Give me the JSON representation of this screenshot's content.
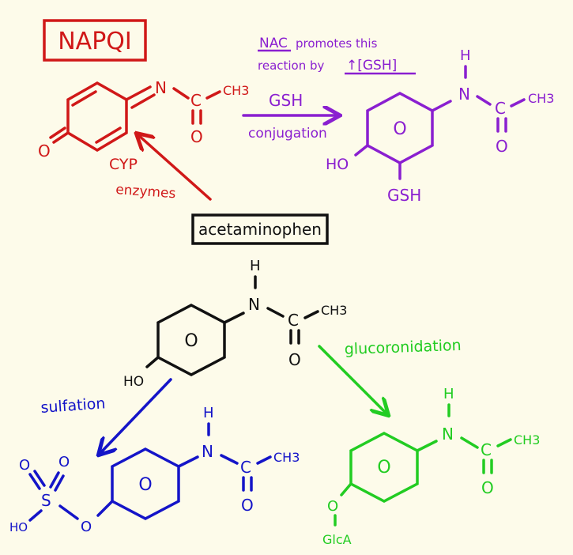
{
  "colors": {
    "background": "#fdfbea",
    "napqi_red": "#d01818",
    "purple": "#8a1fd0",
    "black": "#111111",
    "blue": "#1414c8",
    "green": "#22cc22"
  },
  "napqi": {
    "title": "NAPQI",
    "atom_n": "N",
    "atom_c": "C",
    "atom_o_carbonyl": "O",
    "atom_o_ring": "O",
    "methyl": "CH3"
  },
  "cyp": {
    "line1": "CYP",
    "line2": "enzymes"
  },
  "gsh_path": {
    "arrow_top": "GSH",
    "arrow_bottom": "conjugation",
    "nac_prefix": "NAC",
    "nac_rest": "promotes this",
    "nac_line2_a": "reaction by",
    "nac_line2_b": "↑[GSH]"
  },
  "gsh_product": {
    "atom_h": "H",
    "atom_n": "N",
    "atom_c": "C",
    "atom_o": "O",
    "methyl": "CH3",
    "ring_circle": "O",
    "ho": "HO",
    "gsh": "GSH"
  },
  "acetaminophen": {
    "label": "acetaminophen",
    "atom_h": "H",
    "atom_n": "N",
    "atom_c": "C",
    "atom_o": "O",
    "methyl": "CH3",
    "ring_circle": "O",
    "ho": "HO"
  },
  "sulfation": {
    "label": "sulfation",
    "atom_h": "H",
    "atom_n": "N",
    "atom_c": "C",
    "atom_o": "O",
    "methyl": "CH3",
    "ring_circle": "O",
    "s": "S",
    "o_top_left": "O",
    "o_top_right": "O",
    "o_link": "O",
    "ho": "HO"
  },
  "glucuronidation": {
    "label": "glucoronidation",
    "atom_h": "H",
    "atom_n": "N",
    "atom_c": "C",
    "atom_o": "O",
    "methyl": "CH3",
    "ring_circle": "O",
    "o_link": "O",
    "glca": "GlcA"
  }
}
